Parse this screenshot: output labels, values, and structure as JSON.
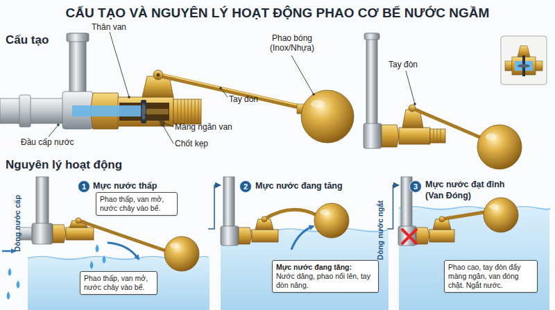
{
  "diagram": {
    "title": "CẤU TẠO VÀ NGUYÊN LÝ HOẠT ĐỘNG PHAO CƠ BỂ NƯỚC NGẦM",
    "nodes": [
      {
        "text": [
          "Mực nước thấp"
        ]
      },
      {
        "text": [
          "1"
        ],
        "in": 0
      },
      {
        "text": [
          "Phao thấp, van mở, nước chảy vào bể."
        ],
        "in": 0
      },
      {
        "text": [
          "Phao thấp, van mở, nước chảy vào bể."
        ],
        "in": 0
      },
      {
        "text": [
          "Mực nước đang tăng"
        ]
      },
      {
        "text": [
          "2"
        ],
        "in": 4
      },
      {
        "text": [
          "Mực nước đang tăng:",
          "Nước dâng, phao nổi lên, tay đòn nâng."
        ],
        "in": 4
      },
      {
        "text": [
          "Mực nước đạt đỉnh (Van Đóng)"
        ]
      },
      {
        "text": [
          "3"
        ],
        "in": 7
      },
      {
        "text": [
          "Phao cao, tay đòn đẩy màng ngăn, van đóng chặt. Ngắt nước."
        ],
        "in": 7
      }
    ],
    "edges": [
      {
        "from": 0,
        "to": 4,
        "arrow": "to"
      },
      {
        "from": 4,
        "to": 7,
        "arrow": "to"
      }
    ],
    "labels": [
      "Cấu tạo",
      "Thân van",
      "Phao bóng (Inox/Nhựa)",
      "Tay đòn",
      "Màng ngăn van",
      "Chốt kẹp",
      "Đầu cấp nước",
      "Tay đòn",
      "Nguyên lý hoạt động",
      "Dòng nước cấp",
      "Dòng nước ngắt"
    ]
  }
}
